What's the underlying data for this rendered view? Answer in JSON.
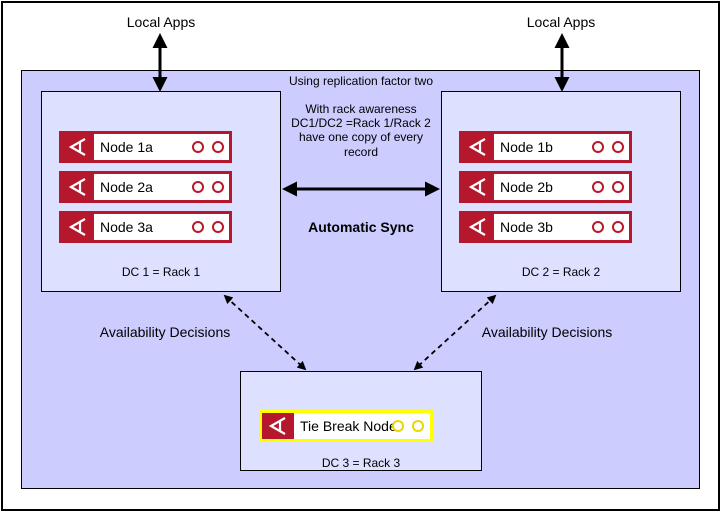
{
  "top_labels": {
    "left": "Local Apps",
    "right": "Local Apps"
  },
  "replication_note": "Using replication factor two",
  "rack_note": [
    "With rack awareness",
    "DC1/DC2 =Rack 1/Rack 2",
    "have one copy of every",
    "record"
  ],
  "sync_label": "Automatic Sync",
  "availability_left": "Availability Decisions",
  "availability_right": "Availability Decisions",
  "dc1": {
    "label": "DC 1 = Rack 1",
    "nodes": [
      "Node 1a",
      "Node 2a",
      "Node 3a"
    ]
  },
  "dc2": {
    "label": "DC 2 = Rack 2",
    "nodes": [
      "Node 1b",
      "Node 2b",
      "Node 3b"
    ]
  },
  "dc3": {
    "label": "DC 3 = Rack 3",
    "tie_node": "Tie Break Node"
  },
  "colors": {
    "node_border": "#b5182c",
    "tie_border": "#ffff00",
    "outer_fill": "#ccccff",
    "dc_fill": "#dde0ff"
  },
  "icons": {
    "node_logo": "aerospike-logo-icon",
    "status": "circle-indicator-icon"
  }
}
